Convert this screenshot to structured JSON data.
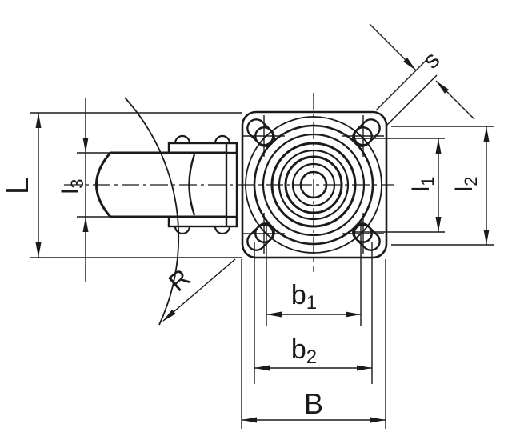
{
  "colors": {
    "line": "#1a1a1a",
    "background": "#ffffff"
  },
  "labels": {
    "L": {
      "base": "L",
      "sub": ""
    },
    "l3": {
      "base": "l",
      "sub": "3"
    },
    "R": {
      "base": "R",
      "sub": ""
    },
    "s": {
      "base": "s",
      "sub": ""
    },
    "l1": {
      "base": "l",
      "sub": "1"
    },
    "l2": {
      "base": "l",
      "sub": "2"
    },
    "b1": {
      "base": "b",
      "sub": "1"
    },
    "b2": {
      "base": "b",
      "sub": "2"
    },
    "B": {
      "base": "B",
      "sub": ""
    }
  }
}
